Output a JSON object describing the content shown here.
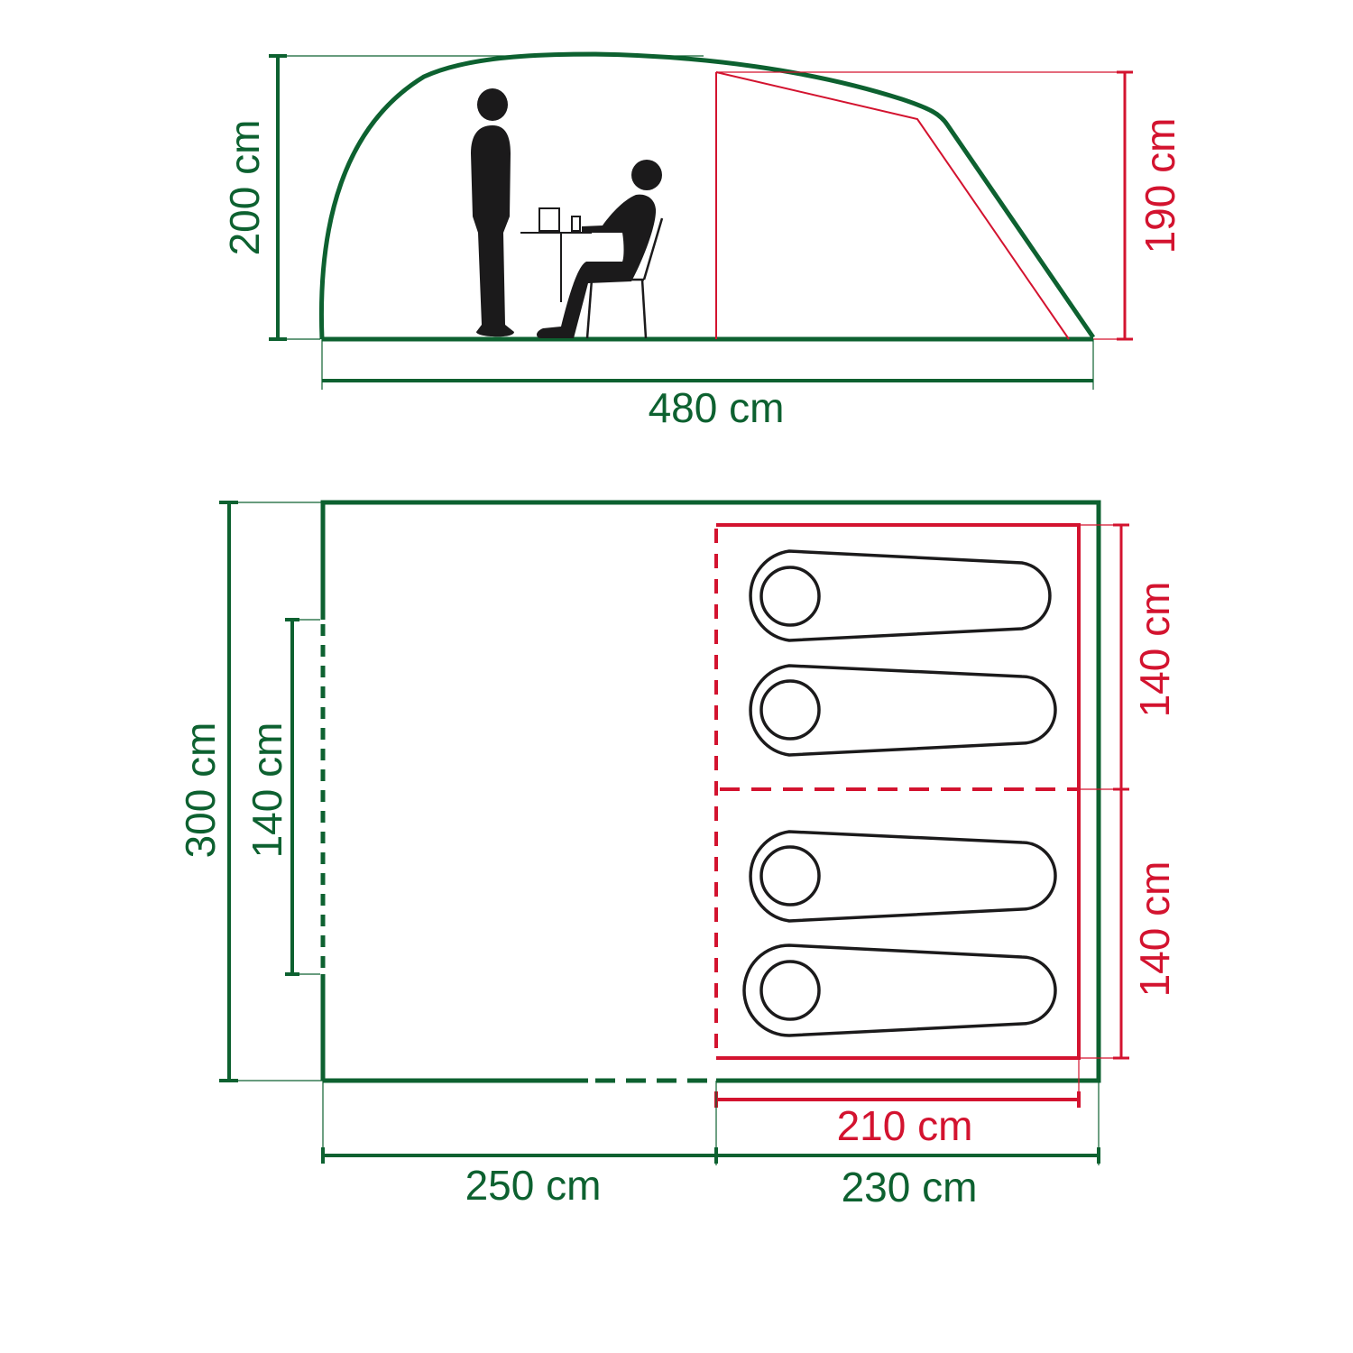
{
  "colors": {
    "outer_tent": "#0d6130",
    "inner_room": "#d3132f",
    "figures": "#1b1a1b",
    "background": "#ffffff"
  },
  "side_view": {
    "height_total": "200 cm",
    "height_inner": "190 cm",
    "length_total": "480 cm",
    "figures": [
      "standing-person",
      "seated-person",
      "table",
      "chair"
    ]
  },
  "floor_plan": {
    "width_total": "300 cm",
    "door_width": "140 cm",
    "bedroom_1_width": "140 cm",
    "bedroom_2_width": "140 cm",
    "bedroom_depth": "210 cm",
    "living_length": "250 cm",
    "bedroom_section_length": "230 cm",
    "sleeping_bags": 4
  }
}
